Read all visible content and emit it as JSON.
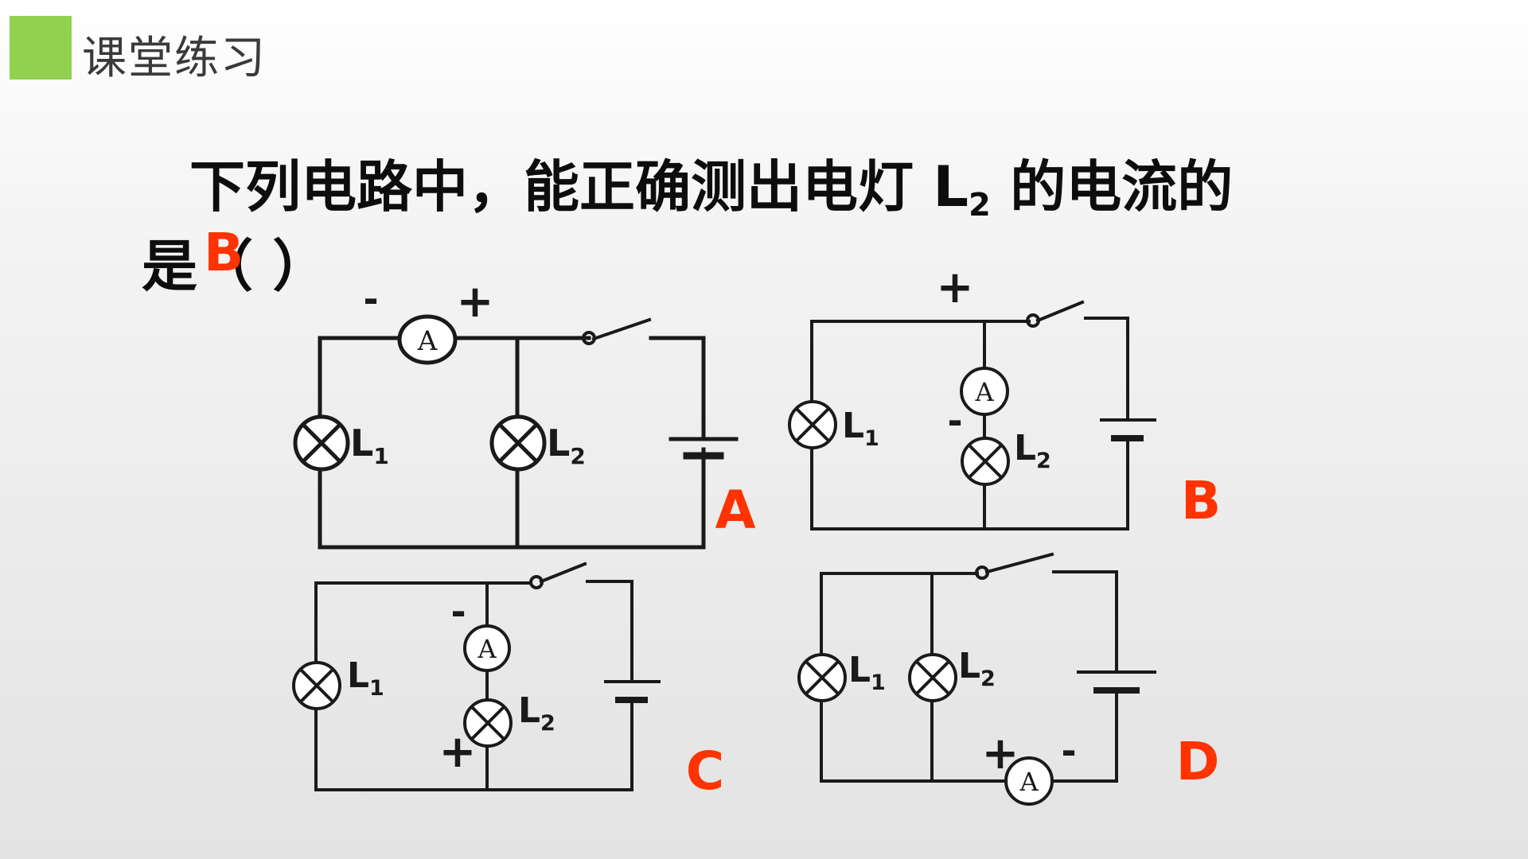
{
  "header": {
    "title": "课堂练习"
  },
  "question": {
    "line1_before": "下列电路中，能正确测出电灯 L",
    "line1_sub": "2",
    "line1_after": " 的电流的",
    "line2": "是（    ）",
    "answer": "B"
  },
  "circuits": [
    {
      "option": "A",
      "lamps": [
        {
          "label": "L",
          "sub": "1"
        },
        {
          "label": "L",
          "sub": "2"
        }
      ],
      "ammeter": {
        "letter": "A",
        "minus": "-",
        "plus": "+"
      }
    },
    {
      "option": "B",
      "lamps": [
        {
          "label": "L",
          "sub": "1"
        },
        {
          "label": "L",
          "sub": "2"
        }
      ],
      "ammeter": {
        "letter": "A",
        "minus": "-",
        "plus": "+"
      }
    },
    {
      "option": "C",
      "lamps": [
        {
          "label": "L",
          "sub": "1"
        },
        {
          "label": "L",
          "sub": "2"
        }
      ],
      "ammeter": {
        "letter": "A",
        "minus": "-",
        "plus": "+"
      }
    },
    {
      "option": "D",
      "lamps": [
        {
          "label": "L",
          "sub": "1"
        },
        {
          "label": "L",
          "sub": "2"
        }
      ],
      "ammeter": {
        "letter": "A",
        "minus": "-",
        "plus": "+"
      }
    }
  ],
  "colors": {
    "header_square": "#92d050",
    "answer": "#ff3300",
    "option_label": "#ff3300",
    "wire": "#1a1a1a"
  }
}
